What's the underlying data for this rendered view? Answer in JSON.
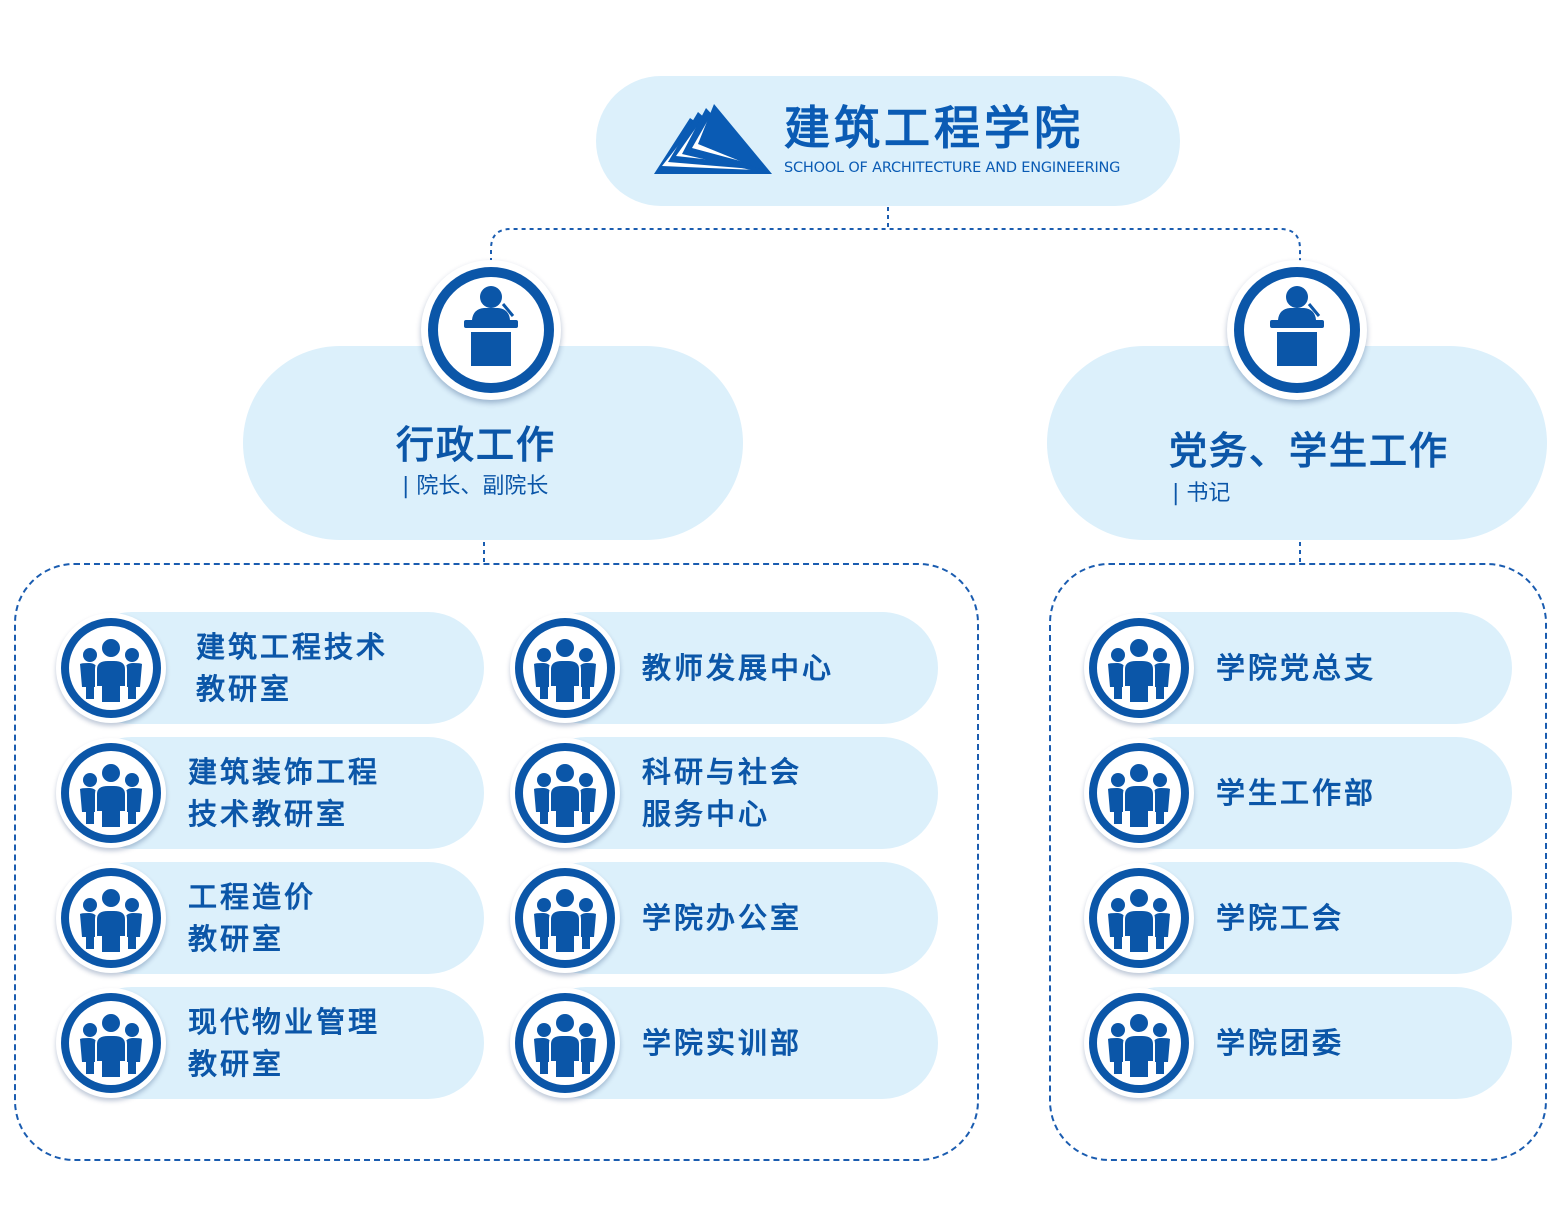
{
  "header": {
    "title": "建筑工程学院",
    "subtitle": "SCHOOL OF ARCHITECTURE AND ENGINEERING",
    "logo_icon": "paper-plane-logo-icon"
  },
  "colors": {
    "primary_blue": "#0b56a8",
    "pill_background": "#dcf0fb",
    "line": "#1a5cb0"
  },
  "branches": {
    "admin": {
      "title": "行政工作",
      "subtitle": "| 院长、副院长",
      "icon": "speaker-podium-icon",
      "items": [
        {
          "lines": [
            "建筑工程技术",
            "教研室"
          ],
          "icon": "group-icon"
        },
        {
          "lines": [
            "教师发展中心"
          ],
          "icon": "group-icon"
        },
        {
          "lines": [
            "建筑装饰工程",
            "技术教研室"
          ],
          "icon": "group-icon"
        },
        {
          "lines": [
            "科研与社会",
            "服务中心"
          ],
          "icon": "group-icon"
        },
        {
          "lines": [
            "工程造价",
            "教研室"
          ],
          "icon": "group-icon"
        },
        {
          "lines": [
            "学院办公室"
          ],
          "icon": "group-icon"
        },
        {
          "lines": [
            "现代物业管理",
            "教研室"
          ],
          "icon": "group-icon"
        },
        {
          "lines": [
            "学院实训部"
          ],
          "icon": "group-icon"
        }
      ]
    },
    "party": {
      "title": "党务、学生工作",
      "subtitle": "| 书记",
      "icon": "speaker-podium-icon",
      "items": [
        {
          "lines": [
            "学院党总支"
          ],
          "icon": "group-icon"
        },
        {
          "lines": [
            "学生工作部"
          ],
          "icon": "group-icon"
        },
        {
          "lines": [
            "学院工会"
          ],
          "icon": "group-icon"
        },
        {
          "lines": [
            "学院团委"
          ],
          "icon": "group-icon"
        }
      ]
    }
  }
}
